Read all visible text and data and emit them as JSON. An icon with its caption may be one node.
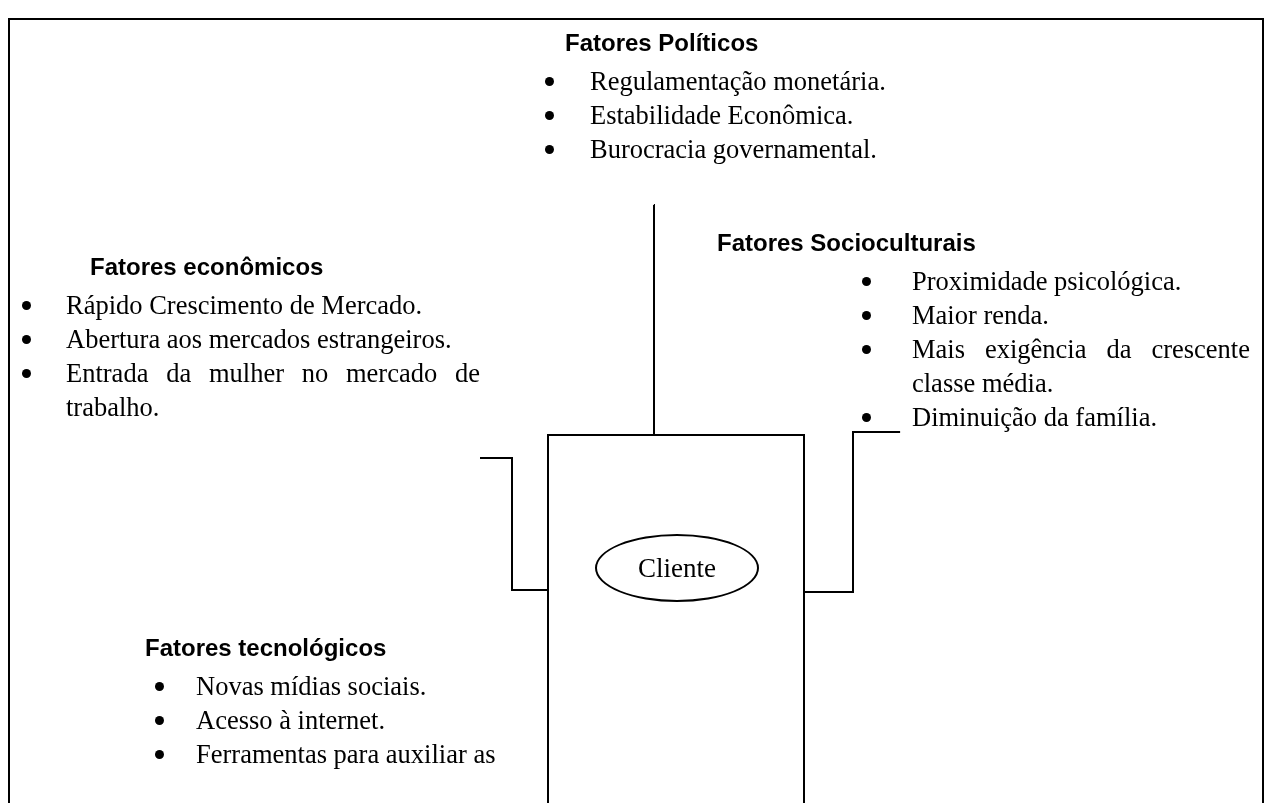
{
  "diagram": {
    "nodes": [
      {
        "text": [
          "Fatores Políticos",
          "Regulamentação monetária.",
          "Estabilidade Econômica.",
          "Burocracia governamental."
        ]
      },
      {
        "text": [
          "Fatores econômicos",
          "Rápido Crescimento de Mercado.",
          "Abertura aos mercados estrangeiros.",
          "Entrada da mulher no mercado de trabalho."
        ]
      },
      {
        "text": [
          "Fatores Socioculturais",
          "Proximidade psicológica.",
          "Maior renda.",
          "Mais exigência da crescente classe média.",
          "Diminuição da família."
        ]
      },
      {
        "text": [
          "Fatores tecnológicos",
          "Novas mídias sociais.",
          "Acesso à internet.",
          "Ferramentas para auxiliar as"
        ]
      },
      {
        "text": [],
        "shape": "box"
      },
      {
        "text": [
          "Cliente"
        ],
        "in": 4
      }
    ],
    "edges": [
      {
        "from": 0,
        "to": 4,
        "arrow": "none"
      },
      {
        "from": 1,
        "to": 4,
        "arrow": "none"
      },
      {
        "from": 2,
        "to": 4,
        "arrow": "none"
      }
    ]
  }
}
